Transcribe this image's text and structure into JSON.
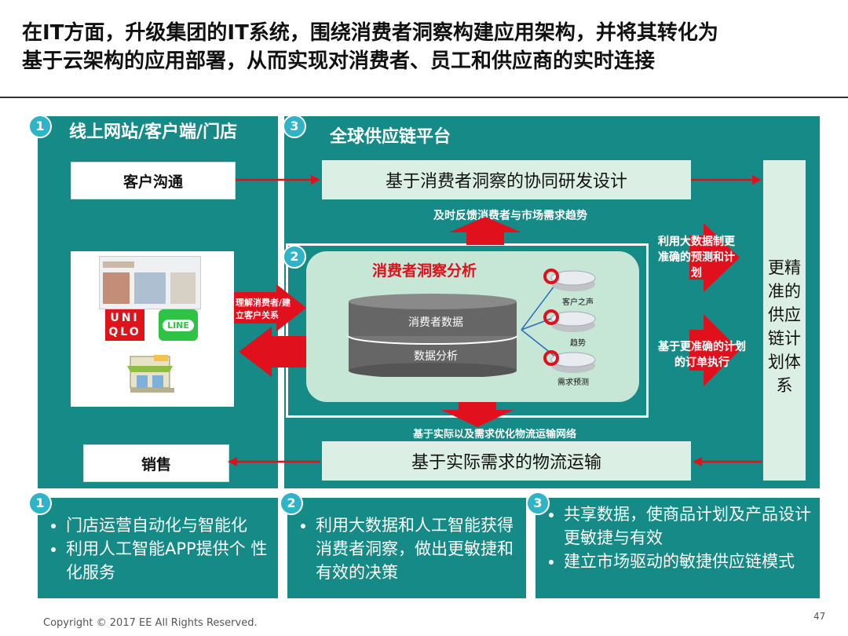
{
  "title_lines": [
    "在IT方面，升级集团的IT系统，围绕消费者洞察构建应用架构，并将其转化为",
    "基于云架构的应用部署，从而实现对消费者、员工和供应商的实时连接"
  ],
  "left_panel": {
    "number": "1",
    "title": "线上网站/客户端/门店",
    "customer_box": "客户沟通",
    "sales_box": "销售",
    "uniqlo_logo": "UNI QLO",
    "line_logo": "LINE"
  },
  "supply_panel": {
    "number": "3",
    "title": "全球供应链平台",
    "rd_box": "基于消费者洞察的协同研发设计",
    "feedback_label": "及时反馈消费者与市场需求趋势",
    "logistics_optimize_label": "基于实际以及需求优化物流运输网络",
    "logistics_box": "基于实际需求的物流运输",
    "bigdata_label": "利用大数据制更准确的预测和计划",
    "order_label": "基于更准确的计划的订单执行",
    "plan_system": "更精准的供应链计划体系",
    "relation_label": "理解消费者/建立客户关系"
  },
  "insight_panel": {
    "number": "2",
    "title": "消费者洞察分析",
    "db_top": "消费者数据",
    "db_bottom": "数据分析",
    "nodes": [
      "客户之声",
      "趋势",
      "需求预测"
    ]
  },
  "bottom_panels": [
    {
      "number": "1",
      "bullets": [
        "门店运营自动化与智能化",
        "利用人工智能APP提供个 性化服务"
      ]
    },
    {
      "number": "2",
      "bullets": [
        "利用大数据和人工智能获得消费者洞察，做出更敏捷和有效的决策"
      ]
    },
    {
      "number": "3",
      "bullets": [
        "共享数据，使商品计划及产品设计更敏捷与有效",
        "建立市场驱动的敏捷供应链模式"
      ]
    }
  ],
  "footer": "Copyright © 2017 EE All Rights Reserved.",
  "page_number": "47",
  "colors": {
    "teal": "#158a86",
    "mint": "#dcefe4",
    "red_arrow": "#e0101c",
    "badge": "#2fb3c6"
  },
  "icons": [
    "uniqlo-logo",
    "line-logo",
    "store-icon",
    "website-screenshot",
    "database-icon",
    "disk-icon"
  ]
}
